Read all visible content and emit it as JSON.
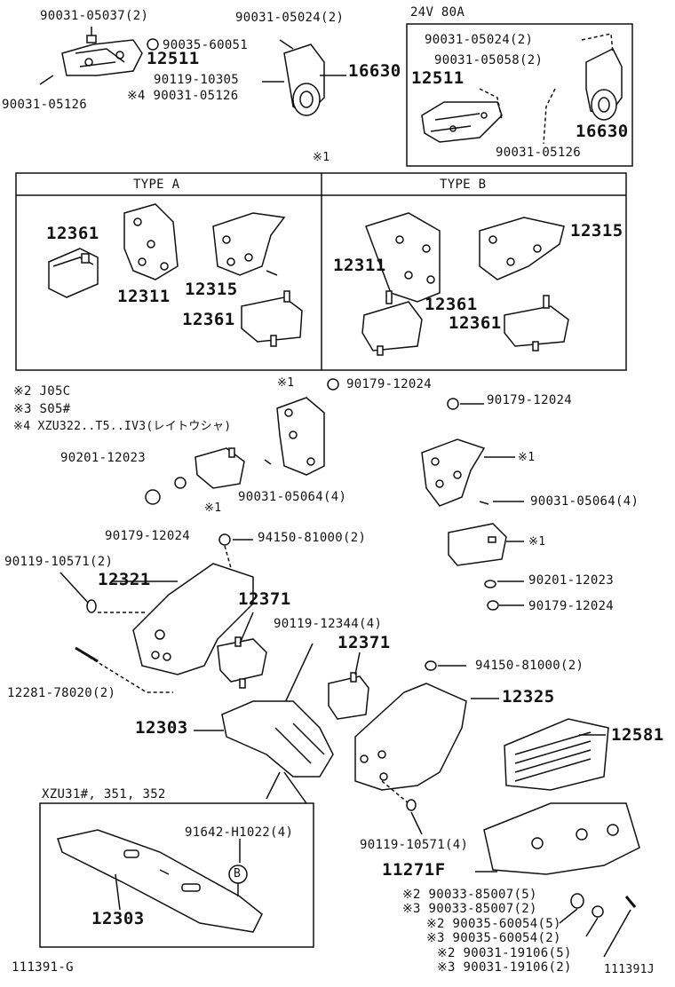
{
  "top": {
    "p_90031_05037": "90031-05037(2)",
    "p_90031_05024": "90031-05024(2)",
    "p_90035_60051": "90035-60051",
    "p_12511": "12511",
    "p_90119_10305": "90119-10305",
    "p_16630": "16630",
    "p_90031_05126": "90031-05126",
    "p_note4_90031_05126": "※4 90031-05126"
  },
  "alt_box": {
    "title": "24V  80A",
    "p_90031_05024": "90031-05024(2)",
    "p_90031_05058": "90031-05058(2)",
    "p_12511": "12511",
    "p_16630": "16630",
    "p_90031_05126": "90031-05126"
  },
  "note1_marker": "※1",
  "type_box": {
    "type_a": "TYPE  A",
    "type_b": "TYPE  B",
    "a_12361_left": "12361",
    "a_12311": "12311",
    "a_12315": "12315",
    "a_12361_right": "12361",
    "b_12315": "12315",
    "b_12311": "12311",
    "b_12361_a": "12361",
    "b_12361_b": "12361"
  },
  "notes": {
    "n2": "※2 J05C",
    "n3": "※3 S05#",
    "n4": "※4 XZU322..T5..IV3(レイトウシャ)"
  },
  "middle": {
    "m_note1_top": "※1",
    "m_90179_12024_a": "90179-12024",
    "m_90179_12024_b": "90179-12024",
    "m_90201_12023": "90201-12023",
    "m_note1_a": "※1",
    "m_90031_05064_a": "90031-05064(4)",
    "m_note1_b": "※1",
    "m_90031_05064_b": "90031-05064(4)",
    "m_90179_12024_c": "90179-12024",
    "m_94150_81000_a": "94150-81000(2)",
    "m_note1_c": "※1",
    "m_90201_12023_b": "90201-12023",
    "m_90179_12024_d": "90179-12024",
    "m_90119_10571_a": "90119-10571(2)",
    "m_12321": "12321",
    "m_12371_a": "12371",
    "m_90119_12344": "90119-12344(4)",
    "m_12371_b": "12371",
    "m_94150_81000_b": "94150-81000(2)",
    "m_12281_78020": "12281-78020(2)",
    "m_12325": "12325",
    "m_12303": "12303",
    "m_12581": "12581"
  },
  "bottom": {
    "xzu_box_title": "XZU31#, 351, 352",
    "b_91642": "91642-H1022(4)",
    "b_circle": "B",
    "b_12303": "12303",
    "b_90119_10571": "90119-10571(4)",
    "b_11271": "11271F",
    "b_n2_90033": "※2 90033-85007(5)",
    "b_n3_90033": "※3 90033-85007(2)",
    "b_n2_90035": "※2 90035-60054(5)",
    "b_n3_90035": "※3 90035-60054(2)",
    "b_n2_90031": "※2 90031-19106(5)",
    "b_n3_90031": "※3 90031-19106(2)",
    "code_left": "111391-G",
    "code_right": "111391J"
  }
}
